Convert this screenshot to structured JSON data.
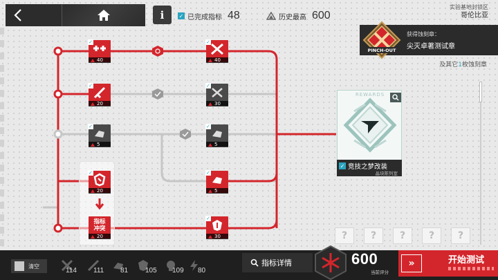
{
  "header": {
    "completed_label": "已完成指标",
    "completed_value": "48",
    "history_label": "历史最高",
    "history_value": "600",
    "region_line1": "实验基地封锁区",
    "region_line2": "哥伦比亚"
  },
  "medal": {
    "obtain_label": "获得蚀刻章：",
    "name": "尖灭卓著测试章",
    "badge_text": "PINCH-OUT",
    "others_prefix": "及其它",
    "others_count": "1",
    "others_suffix": "枚蚀刻章"
  },
  "tree": {
    "nodes": [
      {
        "id": "r1c1",
        "level": "40",
        "state": "red",
        "checked": true
      },
      {
        "id": "r1c2",
        "level": "40",
        "state": "red",
        "checked": true
      },
      {
        "id": "r2c1",
        "level": "20",
        "state": "red",
        "checked": true
      },
      {
        "id": "r2c2",
        "level": "30",
        "state": "gray",
        "checked": true
      },
      {
        "id": "r3c1",
        "level": "5",
        "state": "gray",
        "checked": true
      },
      {
        "id": "r3c2",
        "level": "5",
        "state": "gray",
        "checked": true
      },
      {
        "id": "r4c1",
        "level": "20",
        "state": "red",
        "checked": true
      },
      {
        "id": "r4c2",
        "level": "5",
        "state": "red",
        "checked": true
      },
      {
        "id": "r5c1",
        "level": "20",
        "state": "red",
        "checked": false,
        "text": "指标\n冲突"
      },
      {
        "id": "r5c2",
        "level": "30",
        "state": "red",
        "checked": true
      }
    ]
  },
  "reward": {
    "banner": "REWARDS",
    "name": "竞技之梦改装",
    "sub": "晶块陈列室"
  },
  "unknown_slots": [
    "?",
    "?",
    "?",
    "?",
    "?"
  ],
  "bottom": {
    "clear_label": "清空",
    "category_counts": [
      "114",
      "111",
      "81",
      "105",
      "109",
      "80"
    ],
    "details_label": "指标详情",
    "score_value": "600",
    "score_label": "当前评分",
    "start_label": "开始测试"
  },
  "colors": {
    "accent_red": "#d3262c",
    "check_cyan": "#2aa4bf",
    "dark": "#2b2b2b"
  }
}
